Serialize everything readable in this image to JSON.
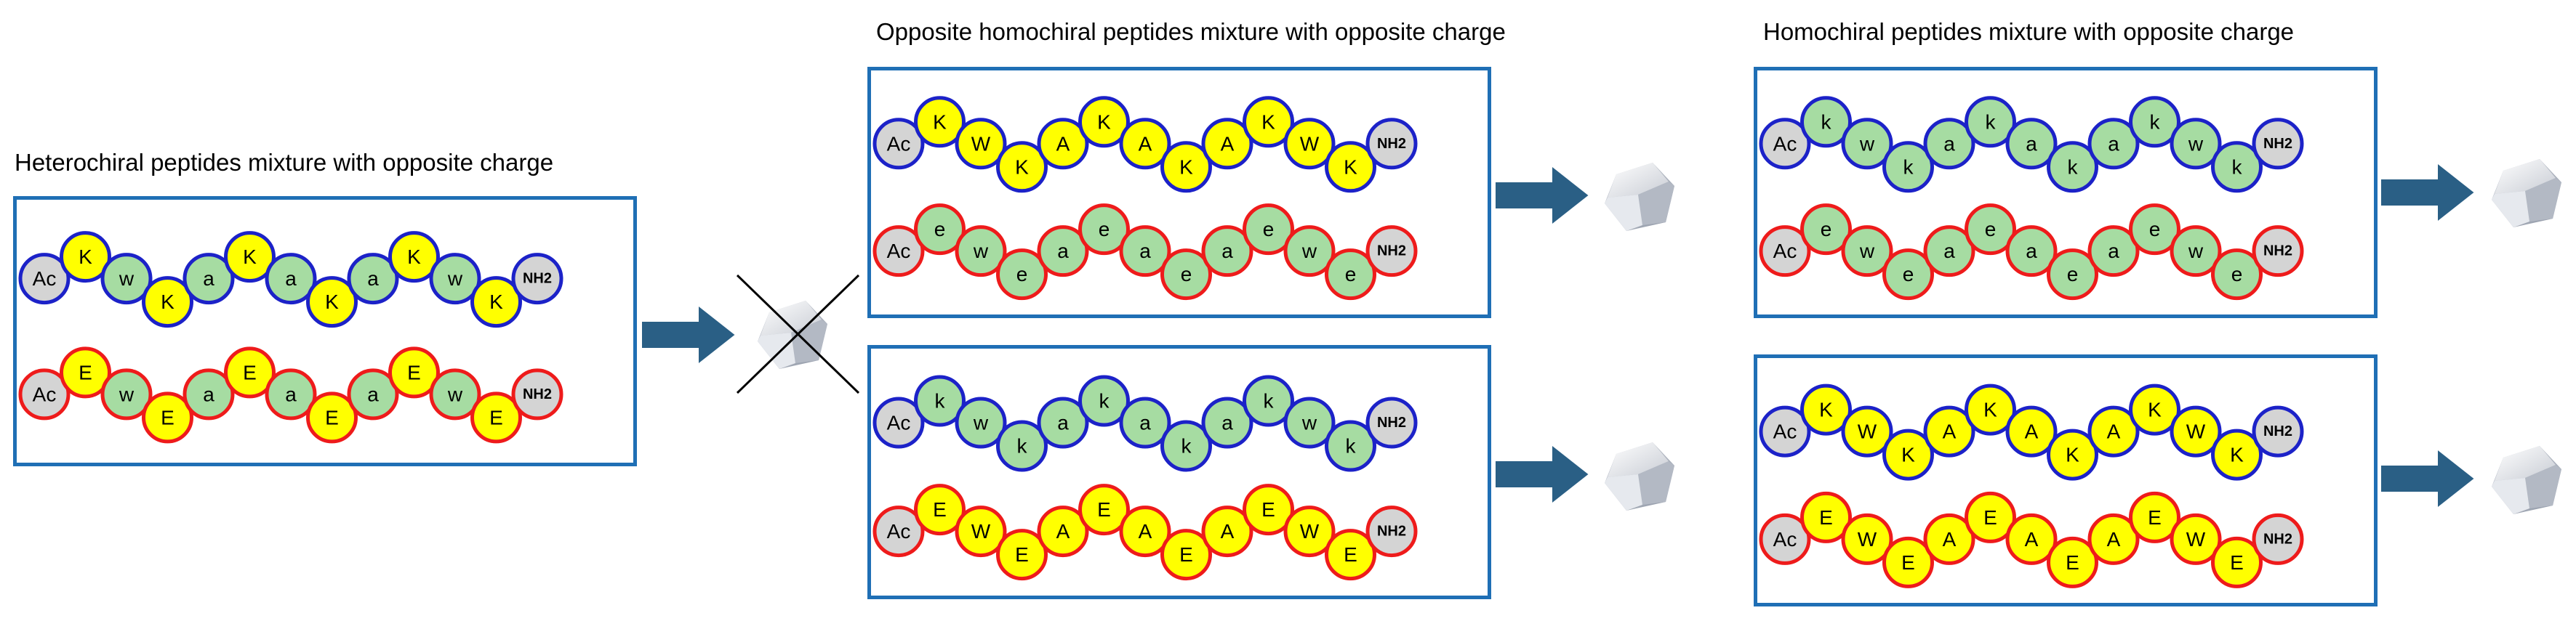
{
  "colors": {
    "panel_border": "#1f6fb5",
    "arrow": "#2a5f85",
    "strand_blue_ring": "#1c22c8",
    "strand_red_ring": "#ee1b1b",
    "fill_yellow": "#ffff00",
    "fill_green": "#a6dca2",
    "fill_gray": "#d4d4d4"
  },
  "sections": {
    "heterochiral": {
      "title": "Heterochiral peptides mixture with opposite charge"
    },
    "opposite_homochiral": {
      "title": "Opposite homochiral peptides mixture with opposite charge"
    },
    "homochiral": {
      "title": "Homochiral peptides mixture with opposite charge"
    }
  },
  "panels": [
    {
      "id": "hetero",
      "strands": [
        {
          "ring": "blue",
          "residues": [
            {
              "t": "Ac",
              "f": "gray"
            },
            {
              "t": "K",
              "f": "yellow"
            },
            {
              "t": "w",
              "f": "green"
            },
            {
              "t": "K",
              "f": "yellow"
            },
            {
              "t": "a",
              "f": "green"
            },
            {
              "t": "K",
              "f": "yellow"
            },
            {
              "t": "a",
              "f": "green"
            },
            {
              "t": "K",
              "f": "yellow"
            },
            {
              "t": "a",
              "f": "green"
            },
            {
              "t": "K",
              "f": "yellow"
            },
            {
              "t": "w",
              "f": "green"
            },
            {
              "t": "K",
              "f": "yellow"
            },
            {
              "t": "NH2",
              "f": "gray"
            }
          ]
        },
        {
          "ring": "red",
          "residues": [
            {
              "t": "Ac",
              "f": "gray"
            },
            {
              "t": "E",
              "f": "yellow"
            },
            {
              "t": "w",
              "f": "green"
            },
            {
              "t": "E",
              "f": "yellow"
            },
            {
              "t": "a",
              "f": "green"
            },
            {
              "t": "E",
              "f": "yellow"
            },
            {
              "t": "a",
              "f": "green"
            },
            {
              "t": "E",
              "f": "yellow"
            },
            {
              "t": "a",
              "f": "green"
            },
            {
              "t": "E",
              "f": "yellow"
            },
            {
              "t": "w",
              "f": "green"
            },
            {
              "t": "E",
              "f": "yellow"
            },
            {
              "t": "NH2",
              "f": "gray"
            }
          ]
        }
      ]
    },
    {
      "id": "opp-top",
      "strands": [
        {
          "ring": "blue",
          "residues": [
            {
              "t": "Ac",
              "f": "gray"
            },
            {
              "t": "K",
              "f": "yellow"
            },
            {
              "t": "W",
              "f": "yellow"
            },
            {
              "t": "K",
              "f": "yellow"
            },
            {
              "t": "A",
              "f": "yellow"
            },
            {
              "t": "K",
              "f": "yellow"
            },
            {
              "t": "A",
              "f": "yellow"
            },
            {
              "t": "K",
              "f": "yellow"
            },
            {
              "t": "A",
              "f": "yellow"
            },
            {
              "t": "K",
              "f": "yellow"
            },
            {
              "t": "W",
              "f": "yellow"
            },
            {
              "t": "K",
              "f": "yellow"
            },
            {
              "t": "NH2",
              "f": "gray"
            }
          ]
        },
        {
          "ring": "red",
          "residues": [
            {
              "t": "Ac",
              "f": "gray"
            },
            {
              "t": "e",
              "f": "green"
            },
            {
              "t": "w",
              "f": "green"
            },
            {
              "t": "e",
              "f": "green"
            },
            {
              "t": "a",
              "f": "green"
            },
            {
              "t": "e",
              "f": "green"
            },
            {
              "t": "a",
              "f": "green"
            },
            {
              "t": "e",
              "f": "green"
            },
            {
              "t": "a",
              "f": "green"
            },
            {
              "t": "e",
              "f": "green"
            },
            {
              "t": "w",
              "f": "green"
            },
            {
              "t": "e",
              "f": "green"
            },
            {
              "t": "NH2",
              "f": "gray"
            }
          ]
        }
      ]
    },
    {
      "id": "opp-bottom",
      "strands": [
        {
          "ring": "blue",
          "residues": [
            {
              "t": "Ac",
              "f": "gray"
            },
            {
              "t": "k",
              "f": "green"
            },
            {
              "t": "w",
              "f": "green"
            },
            {
              "t": "k",
              "f": "green"
            },
            {
              "t": "a",
              "f": "green"
            },
            {
              "t": "k",
              "f": "green"
            },
            {
              "t": "a",
              "f": "green"
            },
            {
              "t": "k",
              "f": "green"
            },
            {
              "t": "a",
              "f": "green"
            },
            {
              "t": "k",
              "f": "green"
            },
            {
              "t": "w",
              "f": "green"
            },
            {
              "t": "k",
              "f": "green"
            },
            {
              "t": "NH2",
              "f": "gray"
            }
          ]
        },
        {
          "ring": "red",
          "residues": [
            {
              "t": "Ac",
              "f": "gray"
            },
            {
              "t": "E",
              "f": "yellow"
            },
            {
              "t": "W",
              "f": "yellow"
            },
            {
              "t": "E",
              "f": "yellow"
            },
            {
              "t": "A",
              "f": "yellow"
            },
            {
              "t": "E",
              "f": "yellow"
            },
            {
              "t": "A",
              "f": "yellow"
            },
            {
              "t": "E",
              "f": "yellow"
            },
            {
              "t": "A",
              "f": "yellow"
            },
            {
              "t": "E",
              "f": "yellow"
            },
            {
              "t": "W",
              "f": "yellow"
            },
            {
              "t": "E",
              "f": "yellow"
            },
            {
              "t": "NH2",
              "f": "gray"
            }
          ]
        }
      ]
    },
    {
      "id": "homo-top",
      "strands": [
        {
          "ring": "blue",
          "residues": [
            {
              "t": "Ac",
              "f": "gray"
            },
            {
              "t": "k",
              "f": "green"
            },
            {
              "t": "w",
              "f": "green"
            },
            {
              "t": "k",
              "f": "green"
            },
            {
              "t": "a",
              "f": "green"
            },
            {
              "t": "k",
              "f": "green"
            },
            {
              "t": "a",
              "f": "green"
            },
            {
              "t": "k",
              "f": "green"
            },
            {
              "t": "a",
              "f": "green"
            },
            {
              "t": "k",
              "f": "green"
            },
            {
              "t": "w",
              "f": "green"
            },
            {
              "t": "k",
              "f": "green"
            },
            {
              "t": "NH2",
              "f": "gray"
            }
          ]
        },
        {
          "ring": "red",
          "residues": [
            {
              "t": "Ac",
              "f": "gray"
            },
            {
              "t": "e",
              "f": "green"
            },
            {
              "t": "w",
              "f": "green"
            },
            {
              "t": "e",
              "f": "green"
            },
            {
              "t": "a",
              "f": "green"
            },
            {
              "t": "e",
              "f": "green"
            },
            {
              "t": "a",
              "f": "green"
            },
            {
              "t": "e",
              "f": "green"
            },
            {
              "t": "a",
              "f": "green"
            },
            {
              "t": "e",
              "f": "green"
            },
            {
              "t": "w",
              "f": "green"
            },
            {
              "t": "e",
              "f": "green"
            },
            {
              "t": "NH2",
              "f": "gray"
            }
          ]
        }
      ]
    },
    {
      "id": "homo-bottom",
      "strands": [
        {
          "ring": "blue",
          "residues": [
            {
              "t": "Ac",
              "f": "gray"
            },
            {
              "t": "K",
              "f": "yellow"
            },
            {
              "t": "W",
              "f": "yellow"
            },
            {
              "t": "K",
              "f": "yellow"
            },
            {
              "t": "A",
              "f": "yellow"
            },
            {
              "t": "K",
              "f": "yellow"
            },
            {
              "t": "A",
              "f": "yellow"
            },
            {
              "t": "K",
              "f": "yellow"
            },
            {
              "t": "A",
              "f": "yellow"
            },
            {
              "t": "K",
              "f": "yellow"
            },
            {
              "t": "W",
              "f": "yellow"
            },
            {
              "t": "K",
              "f": "yellow"
            },
            {
              "t": "NH2",
              "f": "gray"
            }
          ]
        },
        {
          "ring": "red",
          "residues": [
            {
              "t": "Ac",
              "f": "gray"
            },
            {
              "t": "E",
              "f": "yellow"
            },
            {
              "t": "W",
              "f": "yellow"
            },
            {
              "t": "E",
              "f": "yellow"
            },
            {
              "t": "A",
              "f": "yellow"
            },
            {
              "t": "E",
              "f": "yellow"
            },
            {
              "t": "A",
              "f": "yellow"
            },
            {
              "t": "E",
              "f": "yellow"
            },
            {
              "t": "A",
              "f": "yellow"
            },
            {
              "t": "E",
              "f": "yellow"
            },
            {
              "t": "W",
              "f": "yellow"
            },
            {
              "t": "E",
              "f": "yellow"
            },
            {
              "t": "NH2",
              "f": "gray"
            }
          ]
        }
      ]
    }
  ]
}
